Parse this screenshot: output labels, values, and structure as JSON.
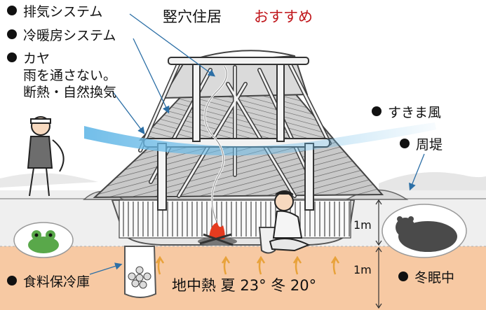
{
  "title": "竪穴住居",
  "recommend": "おすすめ",
  "labels": {
    "exhaust": "排気システム",
    "hvac": "冷暖房システム",
    "kaya": "カヤ",
    "kaya_line1": "雨を通さない。",
    "kaya_line2": "断熱・自然換気",
    "draft": "すきま風",
    "bank": "周堤",
    "storage": "食料保冷庫",
    "geothermal": "地中熱 夏 23° 冬 20°",
    "hibernation": "冬眠中",
    "depth_upper": "1m",
    "depth_lower": "1m"
  },
  "colors": {
    "ground": "#f7c9a3",
    "pit": "#ececec",
    "accent_red": "#c0161b",
    "heat_arrow": "#e8a23a",
    "wind": "#7cc4ea",
    "callout_line": "#2c6fa6"
  }
}
